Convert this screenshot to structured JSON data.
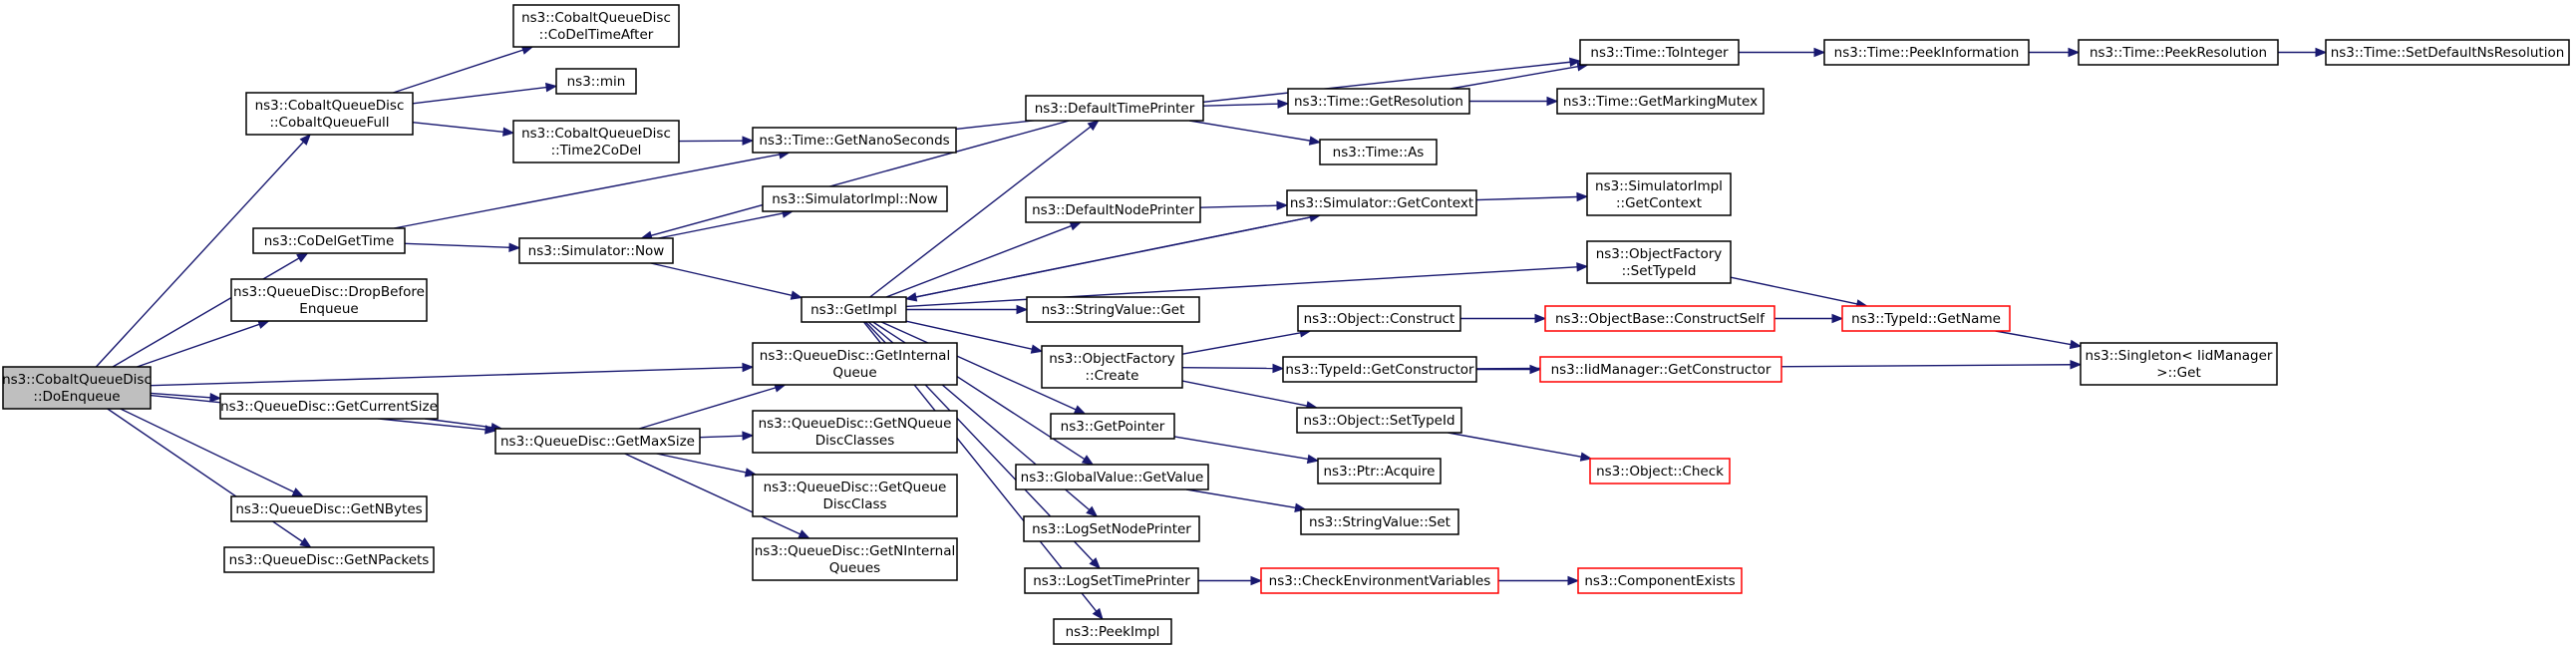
{
  "colors": {
    "edge": "#191970",
    "node_border": "#000000",
    "node_border_red": "#ff0000",
    "root_fill": "#bfbfbf",
    "node_fill": "#ffffff"
  },
  "nodes": [
    {
      "id": "root",
      "lines": [
        "ns3::CobaltQueueDisc",
        "::DoEnqueue"
      ],
      "style": "root"
    },
    {
      "id": "cobaltFull",
      "lines": [
        "ns3::CobaltQueueDisc",
        "::CobaltQueueFull"
      ],
      "style": "normal"
    },
    {
      "id": "codelAfter",
      "lines": [
        "ns3::CobaltQueueDisc",
        "::CoDelTimeAfter"
      ],
      "style": "normal"
    },
    {
      "id": "min",
      "lines": [
        "ns3::min"
      ],
      "style": "normal"
    },
    {
      "id": "time2codel",
      "lines": [
        "ns3::CobaltQueueDisc",
        "::Time2CoDel"
      ],
      "style": "normal"
    },
    {
      "id": "codelGetTime",
      "lines": [
        "ns3::CoDelGetTime"
      ],
      "style": "normal"
    },
    {
      "id": "dropBefore",
      "lines": [
        "ns3::QueueDisc::DropBefore",
        "Enqueue"
      ],
      "style": "normal"
    },
    {
      "id": "getCurSize",
      "lines": [
        "ns3::QueueDisc::GetCurrentSize"
      ],
      "style": "normal"
    },
    {
      "id": "getNBytes",
      "lines": [
        "ns3::QueueDisc::GetNBytes"
      ],
      "style": "normal"
    },
    {
      "id": "getNPackets",
      "lines": [
        "ns3::QueueDisc::GetNPackets"
      ],
      "style": "normal"
    },
    {
      "id": "getNanoSeconds",
      "lines": [
        "ns3::Time::GetNanoSeconds"
      ],
      "style": "normal"
    },
    {
      "id": "simImplNow",
      "lines": [
        "ns3::SimulatorImpl::Now"
      ],
      "style": "normal"
    },
    {
      "id": "simNow",
      "lines": [
        "ns3::Simulator::Now"
      ],
      "style": "normal"
    },
    {
      "id": "getImpl",
      "lines": [
        "ns3::GetImpl"
      ],
      "style": "normal"
    },
    {
      "id": "getMaxSize",
      "lines": [
        "ns3::QueueDisc::GetMaxSize"
      ],
      "style": "normal"
    },
    {
      "id": "getInternalQueue",
      "lines": [
        "ns3::QueueDisc::GetInternal",
        "Queue"
      ],
      "style": "normal"
    },
    {
      "id": "getNQueueDiscClasses",
      "lines": [
        "ns3::QueueDisc::GetNQueue",
        "DiscClasses"
      ],
      "style": "normal"
    },
    {
      "id": "getQueueDiscClass",
      "lines": [
        "ns3::QueueDisc::GetQueue",
        "DiscClass"
      ],
      "style": "normal"
    },
    {
      "id": "getNInternalQueues",
      "lines": [
        "ns3::QueueDisc::GetNInternal",
        "Queues"
      ],
      "style": "normal"
    },
    {
      "id": "defaultTimePrinter",
      "lines": [
        "ns3::DefaultTimePrinter"
      ],
      "style": "normal"
    },
    {
      "id": "defaultNodePrinter",
      "lines": [
        "ns3::DefaultNodePrinter"
      ],
      "style": "normal"
    },
    {
      "id": "stringValueGet",
      "lines": [
        "ns3::StringValue::Get"
      ],
      "style": "normal"
    },
    {
      "id": "ofCreate",
      "lines": [
        "ns3::ObjectFactory",
        "::Create"
      ],
      "style": "normal"
    },
    {
      "id": "getPointer",
      "lines": [
        "ns3::GetPointer"
      ],
      "style": "normal"
    },
    {
      "id": "globalValueGetValue",
      "lines": [
        "ns3::GlobalValue::GetValue"
      ],
      "style": "normal"
    },
    {
      "id": "logSetNodePrinter",
      "lines": [
        "ns3::LogSetNodePrinter"
      ],
      "style": "normal"
    },
    {
      "id": "logSetTimePrinter",
      "lines": [
        "ns3::LogSetTimePrinter"
      ],
      "style": "normal"
    },
    {
      "id": "peekImpl",
      "lines": [
        "ns3::PeekImpl"
      ],
      "style": "normal"
    },
    {
      "id": "timeGetResolution",
      "lines": [
        "ns3::Time::GetResolution"
      ],
      "style": "normal"
    },
    {
      "id": "timeAs",
      "lines": [
        "ns3::Time::As"
      ],
      "style": "normal"
    },
    {
      "id": "simGetContext",
      "lines": [
        "ns3::Simulator::GetContext"
      ],
      "style": "normal"
    },
    {
      "id": "objConstruct",
      "lines": [
        "ns3::Object::Construct"
      ],
      "style": "normal"
    },
    {
      "id": "typeIdGetConstructor",
      "lines": [
        "ns3::TypeId::GetConstructor"
      ],
      "style": "normal"
    },
    {
      "id": "objSetTypeId",
      "lines": [
        "ns3::Object::SetTypeId"
      ],
      "style": "normal"
    },
    {
      "id": "ptrAcquire",
      "lines": [
        "ns3::Ptr::Acquire"
      ],
      "style": "normal"
    },
    {
      "id": "stringValueSet",
      "lines": [
        "ns3::StringValue::Set"
      ],
      "style": "normal"
    },
    {
      "id": "checkEnvVars",
      "lines": [
        "ns3::CheckEnvironmentVariables"
      ],
      "style": "red"
    },
    {
      "id": "timeToInteger",
      "lines": [
        "ns3::Time::ToInteger"
      ],
      "style": "normal"
    },
    {
      "id": "timeGetMarkingMutex",
      "lines": [
        "ns3::Time::GetMarkingMutex"
      ],
      "style": "normal"
    },
    {
      "id": "simImplGetContext",
      "lines": [
        "ns3::SimulatorImpl",
        "::GetContext"
      ],
      "style": "normal"
    },
    {
      "id": "ofSetTypeId",
      "lines": [
        "ns3::ObjectFactory",
        "::SetTypeId"
      ],
      "style": "normal"
    },
    {
      "id": "objBaseConstructSelf",
      "lines": [
        "ns3::ObjectBase::ConstructSelf"
      ],
      "style": "red"
    },
    {
      "id": "iidGetConstructor",
      "lines": [
        "ns3::IidManager::GetConstructor"
      ],
      "style": "red"
    },
    {
      "id": "objCheck",
      "lines": [
        "ns3::Object::Check"
      ],
      "style": "red"
    },
    {
      "id": "componentExists",
      "lines": [
        "ns3::ComponentExists"
      ],
      "style": "red"
    },
    {
      "id": "timePeekInformation",
      "lines": [
        "ns3::Time::PeekInformation"
      ],
      "style": "normal"
    },
    {
      "id": "typeIdGetName",
      "lines": [
        "ns3::TypeId::GetName"
      ],
      "style": "red"
    },
    {
      "id": "timePeekResolution",
      "lines": [
        "ns3::Time::PeekResolution"
      ],
      "style": "normal"
    },
    {
      "id": "singletonGet",
      "lines": [
        "ns3::Singleton< IidManager",
        " >::Get"
      ],
      "style": "normal"
    },
    {
      "id": "timeSetDefaultNsResolution",
      "lines": [
        "ns3::Time::SetDefaultNsResolution"
      ],
      "style": "normal"
    }
  ],
  "edges": [
    [
      "root",
      "cobaltFull"
    ],
    [
      "root",
      "codelGetTime"
    ],
    [
      "root",
      "dropBefore"
    ],
    [
      "root",
      "getInternalQueue"
    ],
    [
      "root",
      "getCurSize"
    ],
    [
      "root",
      "getMaxSize"
    ],
    [
      "root",
      "getNBytes"
    ],
    [
      "root",
      "getNPackets"
    ],
    [
      "cobaltFull",
      "codelAfter"
    ],
    [
      "cobaltFull",
      "min"
    ],
    [
      "cobaltFull",
      "time2codel"
    ],
    [
      "time2codel",
      "getNanoSeconds"
    ],
    [
      "codelGetTime",
      "getNanoSeconds"
    ],
    [
      "codelGetTime",
      "simNow"
    ],
    [
      "getCurSize",
      "getMaxSize"
    ],
    [
      "getNanoSeconds",
      "timeToInteger"
    ],
    [
      "simNow",
      "simImplNow"
    ],
    [
      "simNow",
      "getImpl"
    ],
    [
      "getMaxSize",
      "getInternalQueue"
    ],
    [
      "getMaxSize",
      "getNQueueDiscClasses"
    ],
    [
      "getMaxSize",
      "getQueueDiscClass"
    ],
    [
      "getMaxSize",
      "getNInternalQueues"
    ],
    [
      "getImpl",
      "defaultTimePrinter"
    ],
    [
      "getImpl",
      "defaultNodePrinter"
    ],
    [
      "getImpl",
      "simGetContext"
    ],
    [
      "getImpl",
      "ofSetTypeId"
    ],
    [
      "getImpl",
      "stringValueGet"
    ],
    [
      "getImpl",
      "ofCreate"
    ],
    [
      "getImpl",
      "getPointer"
    ],
    [
      "getImpl",
      "globalValueGetValue"
    ],
    [
      "getImpl",
      "logSetNodePrinter"
    ],
    [
      "getImpl",
      "logSetTimePrinter"
    ],
    [
      "getImpl",
      "peekImpl"
    ],
    [
      "defaultTimePrinter",
      "simNow"
    ],
    [
      "defaultTimePrinter",
      "timeGetResolution"
    ],
    [
      "defaultTimePrinter",
      "timeAs"
    ],
    [
      "defaultNodePrinter",
      "simGetContext"
    ],
    [
      "simGetContext",
      "getImpl"
    ],
    [
      "simGetContext",
      "simImplGetContext"
    ],
    [
      "timeGetResolution",
      "timeToInteger"
    ],
    [
      "timeGetResolution",
      "timeGetMarkingMutex"
    ],
    [
      "ofCreate",
      "objConstruct"
    ],
    [
      "ofCreate",
      "typeIdGetConstructor"
    ],
    [
      "ofCreate",
      "objSetTypeId"
    ],
    [
      "getPointer",
      "ptrAcquire"
    ],
    [
      "globalValueGetValue",
      "stringValueSet"
    ],
    [
      "logSetTimePrinter",
      "checkEnvVars"
    ],
    [
      "checkEnvVars",
      "componentExists"
    ],
    [
      "objConstruct",
      "objBaseConstructSelf"
    ],
    [
      "objBaseConstructSelf",
      "typeIdGetName"
    ],
    [
      "typeIdGetConstructor",
      "iidGetConstructor"
    ],
    [
      "typeIdGetConstructor",
      "singletonGet"
    ],
    [
      "objSetTypeId",
      "objCheck"
    ],
    [
      "ofSetTypeId",
      "typeIdGetName"
    ],
    [
      "typeIdGetName",
      "singletonGet"
    ],
    [
      "timeToInteger",
      "timePeekInformation"
    ],
    [
      "timePeekInformation",
      "timePeekResolution"
    ],
    [
      "timePeekResolution",
      "timeSetDefaultNsResolution"
    ]
  ]
}
